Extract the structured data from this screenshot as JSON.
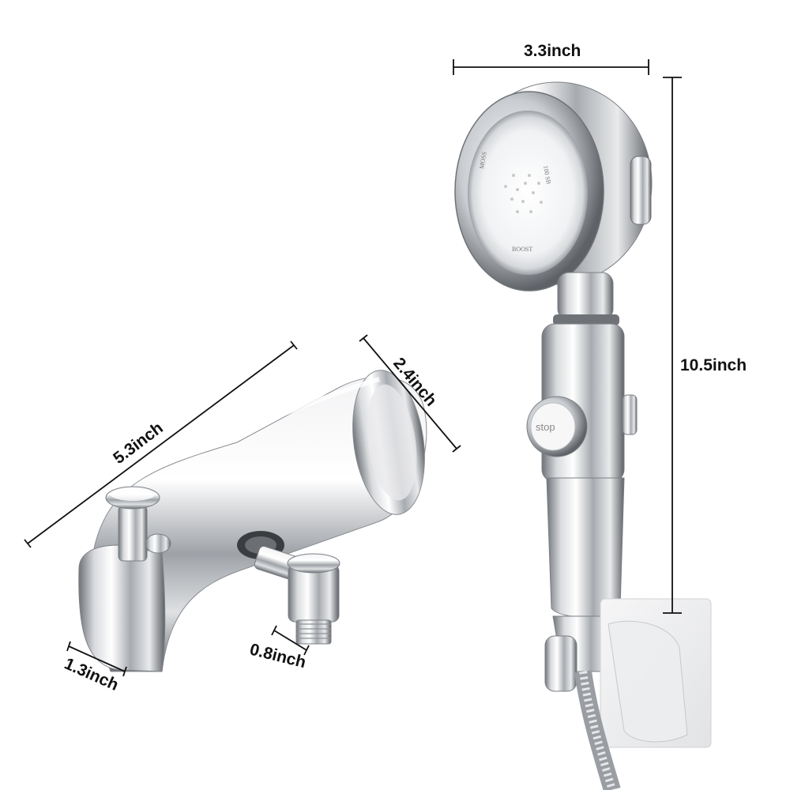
{
  "dimensions": {
    "spout_length": "5.3inch",
    "spout_depth": "2.4inch",
    "spout_outlet": "1.3inch",
    "diverter_thread": "0.8inch",
    "head_width": "3.3inch",
    "total_height": "10.5inch"
  },
  "shower_head": {
    "face_labels": [
      "MOSS",
      "100 SB",
      "BOOST"
    ],
    "stop_button_label": "stop"
  },
  "colors": {
    "dimension_line": "#111111",
    "chrome_light": "#f4f4f6",
    "chrome_dark": "#6f7378",
    "background": "#ffffff"
  }
}
